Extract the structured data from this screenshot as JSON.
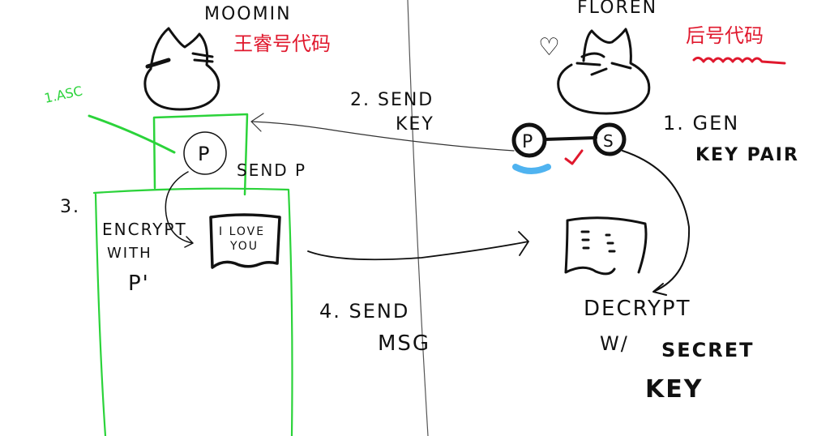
{
  "diagram": {
    "topic": "public-key encryption sketch",
    "colors": {
      "ink": "#111111",
      "green": "#2bd33a",
      "red": "#e0182d",
      "blue": "#4fb3f0",
      "divider": "#555555"
    },
    "left_party": {
      "name": "MOOMIN",
      "chinese_note": "王睿号代码",
      "green_note": "1.ASC",
      "public_key_label": "P",
      "send_p_label": "SEND P",
      "step3_number": "3.",
      "step3_text": [
        "ENCRYPT",
        "WITH",
        "P'"
      ],
      "message_lines": [
        "I LOVE",
        "YOU"
      ]
    },
    "right_party": {
      "name": "FLOREN",
      "chinese_note": "后号代码",
      "heart": "♡",
      "public_key_label": "P",
      "secret_key_label": "S",
      "step1_text": [
        "1. GEN",
        "KEY PAIR"
      ],
      "decrypt_text": [
        "DECRYPT",
        "W/",
        "SECRET",
        "KEY"
      ]
    },
    "steps": {
      "step2": [
        "2. SEND",
        "KEY"
      ],
      "step4": [
        "4. SEND",
        "MSG"
      ]
    }
  }
}
